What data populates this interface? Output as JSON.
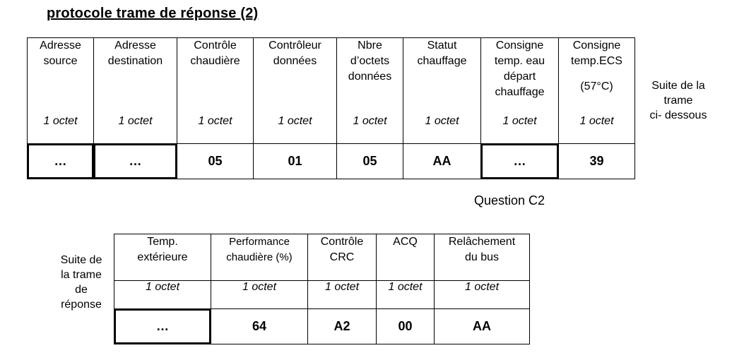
{
  "title": "protocole trame de réponse (2)",
  "table1": {
    "columns": [
      {
        "header": [
          "Adresse",
          "source"
        ],
        "extra": "",
        "octet": "1 octet",
        "value": "…",
        "highlight": true
      },
      {
        "header": [
          "Adresse",
          "destination"
        ],
        "extra": "",
        "octet": "1 octet",
        "value": "…",
        "highlight": true
      },
      {
        "header": [
          "Contrôle",
          "chaudière"
        ],
        "extra": "",
        "octet": "1 octet",
        "value": "05",
        "highlight": false
      },
      {
        "header": [
          "Contrôleur",
          "données"
        ],
        "extra": "",
        "octet": "1 octet",
        "value": "01",
        "highlight": false
      },
      {
        "header": [
          "Nbre",
          "d’octets",
          "données"
        ],
        "extra": "",
        "octet": "1 octet",
        "value": "05",
        "highlight": false
      },
      {
        "header": [
          "Statut",
          "chauffage"
        ],
        "extra": "",
        "octet": "1 octet",
        "value": "AA",
        "highlight": false
      },
      {
        "header": [
          "Consigne",
          "temp. eau",
          "départ",
          "chauffage"
        ],
        "extra": "",
        "octet": "1 octet",
        "value": "…",
        "highlight": true
      },
      {
        "header": [
          "Consigne",
          "temp.ECS"
        ],
        "extra": "(57°C)",
        "octet": "1 octet",
        "value": "39",
        "highlight": false
      }
    ]
  },
  "side_right": [
    "Suite de la",
    "trame",
    "ci- dessous"
  ],
  "question_label": "Question C2",
  "side_left": [
    "Suite de",
    "la trame",
    "de",
    "réponse"
  ],
  "table2": {
    "columns": [
      {
        "header": [
          "Temp.",
          "extérieure"
        ],
        "octet": "1 octet",
        "value": "…",
        "highlight": true,
        "small": false
      },
      {
        "header": [
          "Performance",
          "chaudière (%)"
        ],
        "octet": "1 octet",
        "value": "64",
        "highlight": false,
        "small": true
      },
      {
        "header": [
          "Contrôle",
          "CRC"
        ],
        "octet": "1 octet",
        "value": "A2",
        "highlight": false,
        "small": false
      },
      {
        "header": [
          "ACQ"
        ],
        "octet": "1 octet",
        "value": "00",
        "highlight": false,
        "small": false
      },
      {
        "header": [
          "Relâchement",
          "du bus"
        ],
        "octet": "1 octet",
        "value": "AA",
        "highlight": false,
        "small": false
      }
    ]
  }
}
